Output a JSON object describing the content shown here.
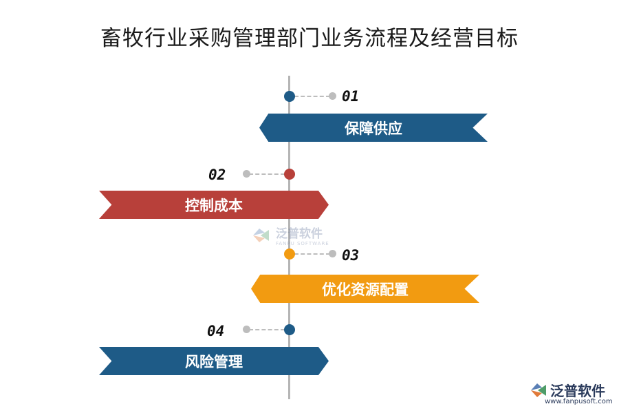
{
  "title": "畜牧行业采购管理部门业务流程及经营目标",
  "steps": [
    {
      "number": "01",
      "label": "保障供应",
      "color": "#1e5b87"
    },
    {
      "number": "02",
      "label": "控制成本",
      "color": "#b8403a"
    },
    {
      "number": "03",
      "label": "优化资源配置",
      "color": "#f29b11"
    },
    {
      "number": "04",
      "label": "风险管理",
      "color": "#1e5b87"
    }
  ],
  "watermark": {
    "name": "泛普软件",
    "sub": "FANPU SOFTWARE"
  },
  "logo": {
    "name": "泛普软件",
    "url": "www.fanpusoft.com"
  }
}
